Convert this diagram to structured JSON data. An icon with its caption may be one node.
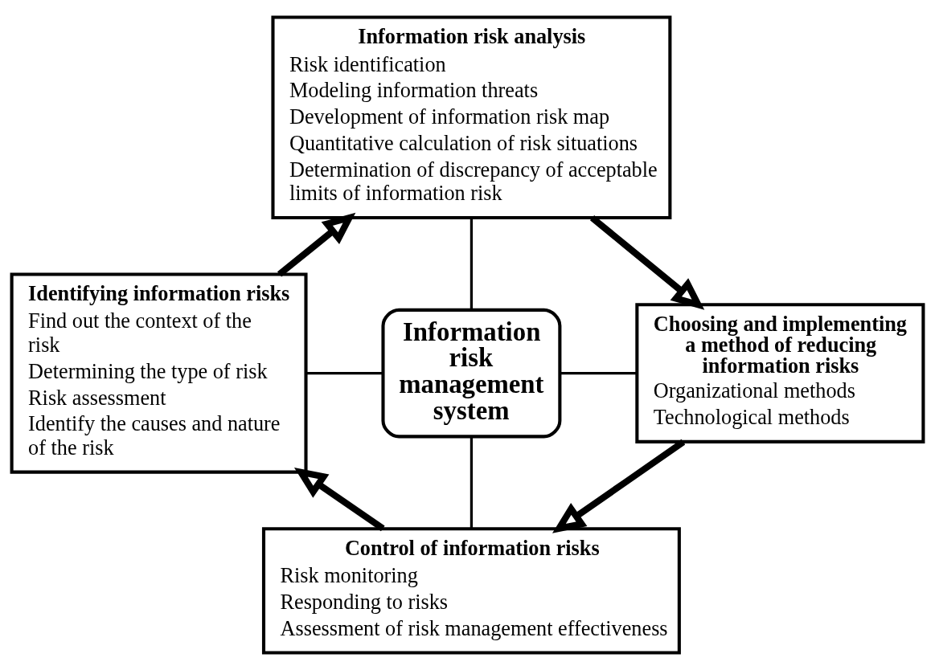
{
  "diagram": {
    "nodes": [
      {
        "text": [
          "Information risk management system"
        ]
      },
      {
        "text": [
          "Information risk analysis",
          "Risk identification",
          "Modeling information threats",
          "Development of information risk map",
          "Quantitative calculation of risk situations",
          "Determination of discrepancy of acceptable limits of information risk"
        ]
      },
      {
        "text": [
          "Choosing and implementing a method of reducing information risks",
          "Organizational methods",
          "Technological methods"
        ]
      },
      {
        "text": [
          "Control of information risks",
          "Risk monitoring",
          "Responding to risks",
          "Assessment of risk management effectiveness"
        ]
      },
      {
        "text": [
          "Identifying information risks",
          "Find out the context of the risk",
          "Determining the type of risk",
          "Risk assessment",
          "Identify the causes and nature of the risk"
        ]
      }
    ],
    "edges": [
      {
        "from": 1,
        "to": 0,
        "arrow": "none"
      },
      {
        "from": 4,
        "to": 0,
        "arrow": "none"
      },
      {
        "from": 0,
        "to": 2,
        "arrow": "none"
      },
      {
        "from": 0,
        "to": 3,
        "arrow": "none"
      },
      {
        "from": 4,
        "to": 1,
        "arrow": "to",
        "style": "thick"
      },
      {
        "from": 1,
        "to": 2,
        "arrow": "to",
        "style": "thick"
      },
      {
        "from": 2,
        "to": 3,
        "arrow": "to",
        "style": "thick"
      },
      {
        "from": 3,
        "to": 4,
        "arrow": "to",
        "style": "thick"
      }
    ]
  }
}
